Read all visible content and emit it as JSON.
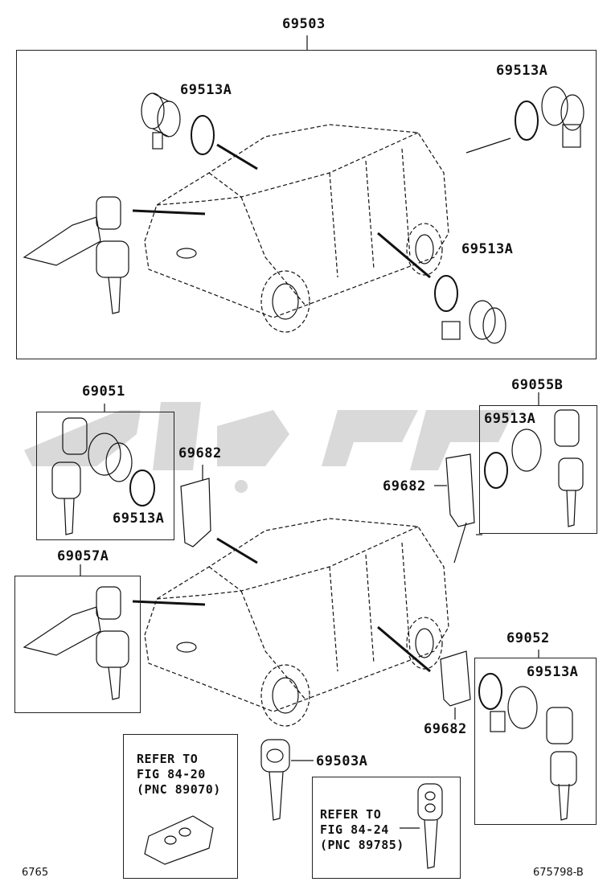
{
  "parts": {
    "set_top": "69503",
    "cyl_top_left": "69513A",
    "cyl_top_right": "69513A",
    "cyl_top_rear": "69513A",
    "set_69051": "69051",
    "cyl_69051": "69513A",
    "set_69055b": "69055B",
    "cyl_69055b": "69513A",
    "clip_a": "69682",
    "clip_b": "69682",
    "clip_c": "69682",
    "set_69057a": "69057A",
    "set_69052": "69052",
    "cyl_69052": "69513A",
    "key_blank": "69503A"
  },
  "notes": {
    "remote": "REFER TO\nFIG 84-20\n(PNC 89070)",
    "transponder_key": "REFER TO\nFIG 84-24\n(PNC 89785)"
  },
  "footer": {
    "left": "6765",
    "right": "675798-B"
  }
}
